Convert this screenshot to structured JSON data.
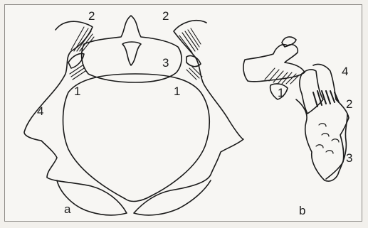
{
  "figure": {
    "panel_a": {
      "caption": "a",
      "labels": [
        "1",
        "1",
        "2",
        "2",
        "3",
        "4"
      ]
    },
    "panel_b": {
      "caption": "b",
      "labels": [
        "1",
        "2",
        "3",
        "4"
      ]
    }
  }
}
